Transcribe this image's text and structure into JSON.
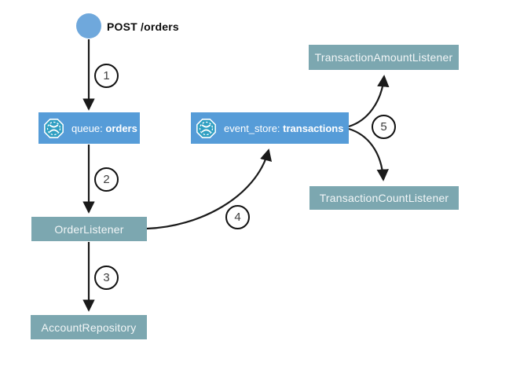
{
  "diagram": {
    "entry": {
      "label": "POST /orders"
    },
    "nodes": {
      "queue": {
        "prefix": "queue: ",
        "name": "orders"
      },
      "eventStore": {
        "prefix": "event_store: ",
        "name": "transactions"
      },
      "orderListener": {
        "label": "OrderListener"
      },
      "accountRepository": {
        "label": "AccountRepository"
      },
      "transactionAmountListener": {
        "label": "TransactionAmountListener"
      },
      "transactionCountListener": {
        "label": "TransactionCountListener"
      }
    },
    "steps": [
      "1",
      "2",
      "3",
      "4",
      "5"
    ],
    "icons": {
      "broker": "event-bus-octagon-icon"
    },
    "colors": {
      "broker_node": "#569CD8",
      "component_node": "#7CA7B0",
      "entry_circle": "#6FA8DC",
      "icon_octagon": "#2F9FC2",
      "arrow": "#1A1A1A",
      "node_text": "#F2F6F7",
      "badge_border": "#111111",
      "badge_text": "#3D3D3D"
    }
  }
}
